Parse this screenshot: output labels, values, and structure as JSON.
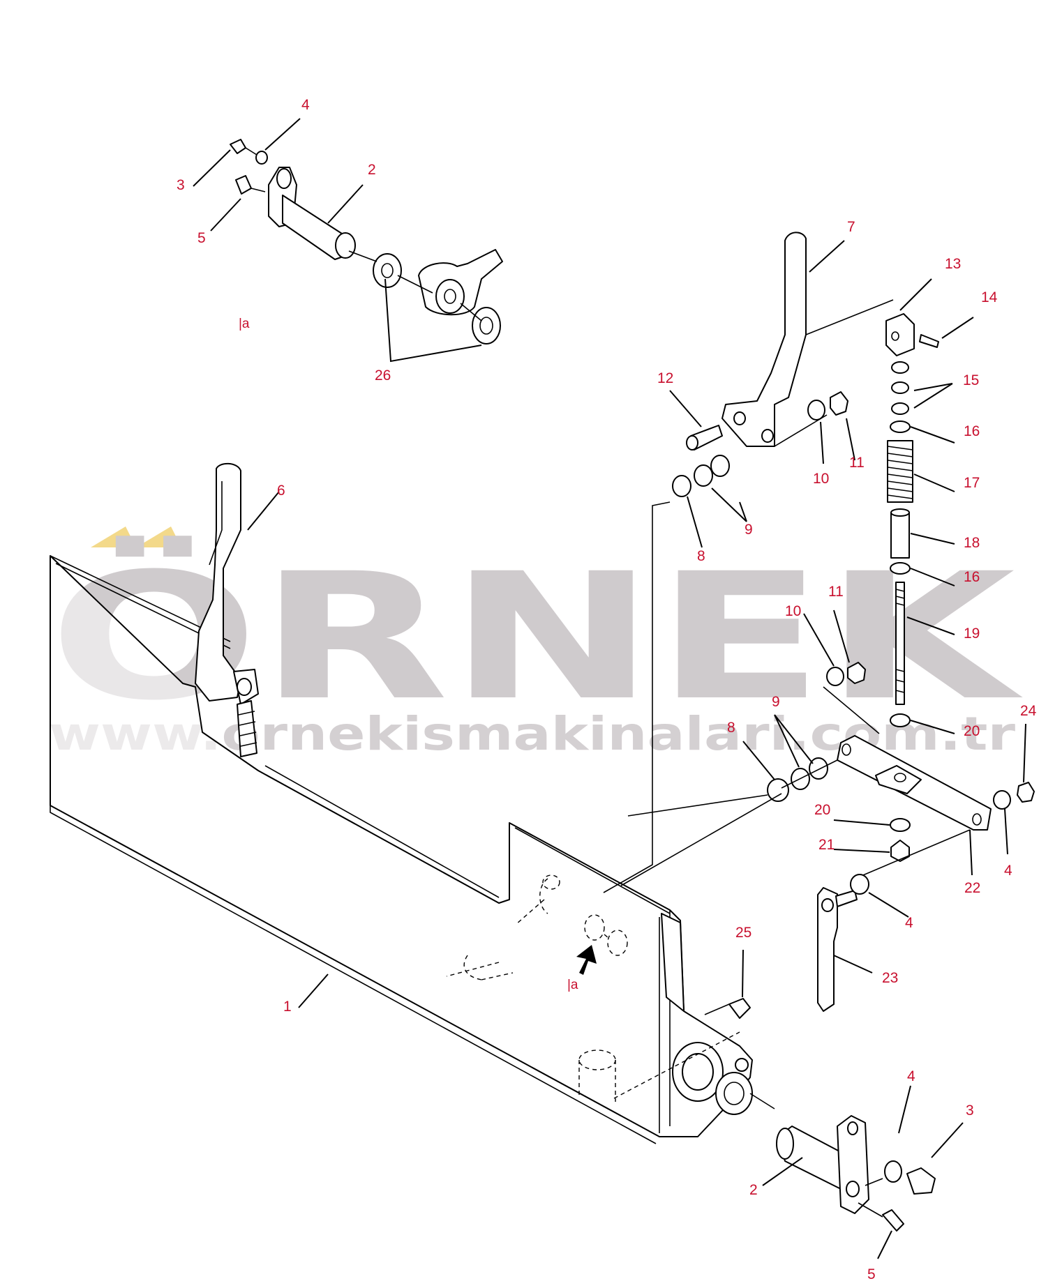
{
  "watermark": {
    "brand": "ÖRNEK",
    "url": "www.ornekismakinalari.com.tr",
    "brand_color": "#cfcbcd",
    "accent_color": "#f3d98a"
  },
  "view_markers": {
    "upper": "|a",
    "lower": "|a"
  },
  "callout_color": "#c8102e",
  "callouts": [
    {
      "id": "c4a",
      "label": "4"
    },
    {
      "id": "c3a",
      "label": "3"
    },
    {
      "id": "c2a",
      "label": "2"
    },
    {
      "id": "c5a",
      "label": "5"
    },
    {
      "id": "c26",
      "label": "26"
    },
    {
      "id": "c7",
      "label": "7"
    },
    {
      "id": "c13",
      "label": "13"
    },
    {
      "id": "c14",
      "label": "14"
    },
    {
      "id": "c12",
      "label": "12"
    },
    {
      "id": "c15",
      "label": "15"
    },
    {
      "id": "c16a",
      "label": "16"
    },
    {
      "id": "c10a",
      "label": "10"
    },
    {
      "id": "c11a",
      "label": "11"
    },
    {
      "id": "c17",
      "label": "17"
    },
    {
      "id": "c9a",
      "label": "9"
    },
    {
      "id": "c8a",
      "label": "8"
    },
    {
      "id": "c18",
      "label": "18"
    },
    {
      "id": "c16b",
      "label": "16"
    },
    {
      "id": "c6",
      "label": "6"
    },
    {
      "id": "c11b",
      "label": "11"
    },
    {
      "id": "c10b",
      "label": "10"
    },
    {
      "id": "c19",
      "label": "19"
    },
    {
      "id": "c9b",
      "label": "9"
    },
    {
      "id": "c24",
      "label": "24"
    },
    {
      "id": "c8b",
      "label": "8"
    },
    {
      "id": "c20a",
      "label": "20"
    },
    {
      "id": "c20b",
      "label": "20"
    },
    {
      "id": "c21",
      "label": "21"
    },
    {
      "id": "c4b",
      "label": "4"
    },
    {
      "id": "c22",
      "label": "22"
    },
    {
      "id": "c4c",
      "label": "4"
    },
    {
      "id": "c25",
      "label": "25"
    },
    {
      "id": "c1",
      "label": "1"
    },
    {
      "id": "c23",
      "label": "23"
    },
    {
      "id": "c4d",
      "label": "4"
    },
    {
      "id": "c3b",
      "label": "3"
    },
    {
      "id": "c2b",
      "label": "2"
    },
    {
      "id": "c5b",
      "label": "5"
    }
  ]
}
